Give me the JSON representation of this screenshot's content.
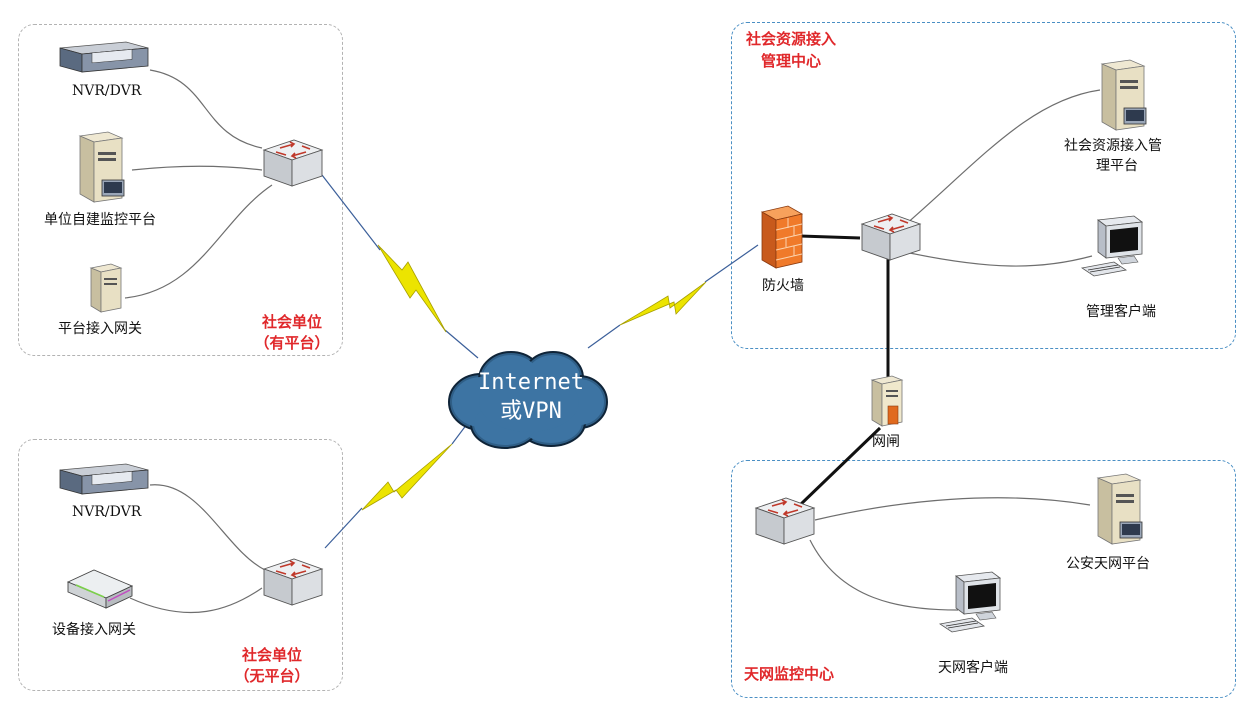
{
  "zones": {
    "unit_with_platform": {
      "title_line1": "社会单位",
      "title_line2": "（有平台）",
      "devices": {
        "nvr": "NVR/DVR",
        "self_platform": "单位自建监控平台",
        "gateway": "平台接入网关"
      }
    },
    "unit_no_platform": {
      "title_line1": "社会单位",
      "title_line2": "（无平台）",
      "devices": {
        "nvr": "NVR/DVR",
        "device_gateway": "设备接入网关"
      }
    },
    "mgmt_center": {
      "title_line1": "社会资源接入",
      "title_line2": "管理中心",
      "devices": {
        "firewall": "防火墙",
        "platform_line1": "社会资源接入管",
        "platform_line2": "理平台",
        "client": "管理客户端"
      }
    },
    "tianwang": {
      "title": "天网监控中心",
      "devices": {
        "police_platform": "公安天网平台",
        "client": "天网客户端"
      }
    }
  },
  "cloud": {
    "line1": "Internet",
    "line2": "或VPN"
  },
  "gatekeeper": "网闸",
  "colors": {
    "red_label": "#e0282b",
    "zone_gray": "#b3b3b3",
    "zone_blue": "#4a8fc4",
    "cloud": "#2e5f86",
    "lightning": "#e8e000",
    "firewall": "#f07a2a"
  }
}
